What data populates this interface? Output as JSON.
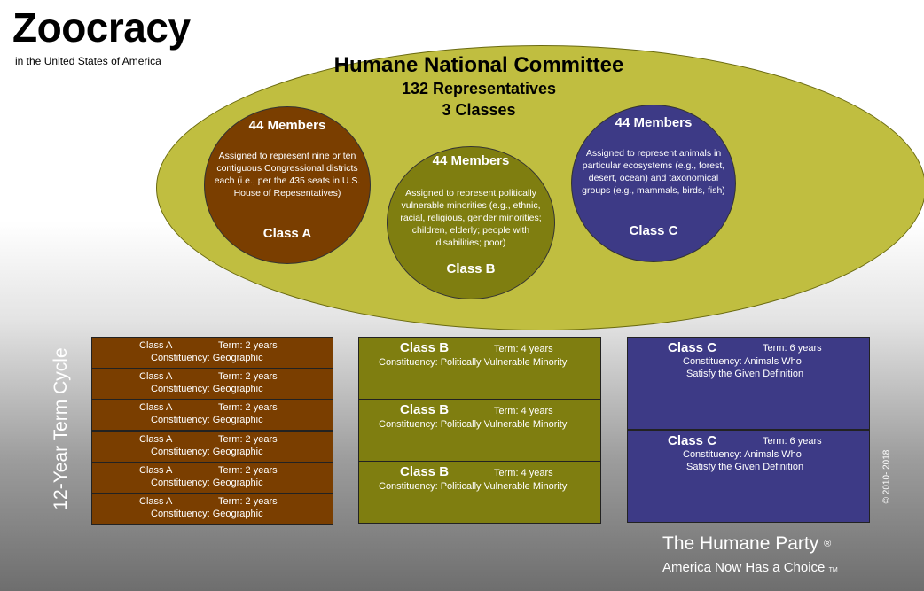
{
  "header": {
    "title": "Zoocracy",
    "subtitle": "in the United States of America"
  },
  "committee": {
    "name": "Humane National Committee",
    "representatives": "132 Representatives",
    "classes": "3 Classes"
  },
  "circles": {
    "a": {
      "members": "44 Members",
      "description": "Assigned to represent nine or ten contiguous Congressional districts each (i.e., per the 435 seats in U.S. House of Repesentatives)",
      "label": "Class A"
    },
    "b": {
      "members": "44 Members",
      "description": "Assigned to represent politically vulnerable minorities (e.g., ethnic, racial, religious, gender minorities; children, elderly; people with disabilities; poor)",
      "label": "Class B"
    },
    "c": {
      "members": "44 Members",
      "description": "Assigned to represent animals in particular ecosystems (e.g., forest, desert, ocean) and taxonomical groups (e.g., mammals, birds, fish)",
      "label": "Class C"
    }
  },
  "cycle_label": "12-Year Term Cycle",
  "class_a_rows": [
    {
      "class": "Class A",
      "term": "Term:  2 years",
      "constituency": "Constituency:  Geographic"
    },
    {
      "class": "Class A",
      "term": "Term:  2 years",
      "constituency": "Constituency:  Geographic"
    },
    {
      "class": "Class A",
      "term": "Term:  2 years",
      "constituency": "Constituency:  Geographic"
    },
    {
      "class": "Class A",
      "term": "Term:  2 years",
      "constituency": "Constituency:  Geographic"
    },
    {
      "class": "Class A",
      "term": "Term:  2 years",
      "constituency": "Constituency:  Geographic"
    },
    {
      "class": "Class A",
      "term": "Term:  2 years",
      "constituency": "Constituency:  Geographic"
    }
  ],
  "class_b_rows": [
    {
      "class": "Class B",
      "term": "Term:  4 years",
      "constituency": "Constituency:  Politically Vulnerable Minority"
    },
    {
      "class": "Class B",
      "term": "Term:  4 years",
      "constituency": "Constituency:  Politically Vulnerable Minority"
    },
    {
      "class": "Class B",
      "term": "Term:  4 years",
      "constituency": "Constituency:  Politically Vulnerable Minority"
    }
  ],
  "class_c_rows": [
    {
      "class": "Class C",
      "term": "Term:  6 years",
      "constituency": "Constituency:  Animals Who",
      "constituency2": "Satisfy the Given Definition"
    },
    {
      "class": "Class C",
      "term": "Term:  6 years",
      "constituency": "Constituency:  Animals Who",
      "constituency2": "Satisfy the Given Definition"
    }
  ],
  "footer": {
    "copyright": "© 2010- 2018",
    "party": "The Humane Party",
    "registered": "®",
    "tagline": "America Now Has a Choice",
    "tm": "TM"
  },
  "colors": {
    "oval": "#c0be40",
    "class_a": "#7a3e00",
    "class_b": "#7f7e10",
    "class_c": "#3d3a86"
  }
}
